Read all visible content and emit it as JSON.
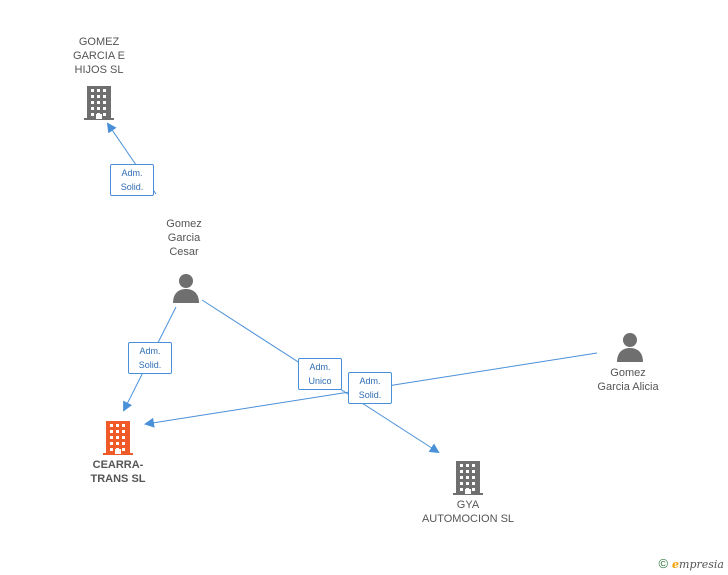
{
  "colors": {
    "edge": "#4a90d9",
    "building": "#6f6f6f",
    "building_main": "#f05a28",
    "person": "#6f6f6f"
  },
  "nodes": [
    {
      "id": "gomez-garcia-hijos",
      "kind": "company",
      "label": "GOMEZ\nGARCIA E\nHIJOS SL",
      "main": false
    },
    {
      "id": "gomez-garcia-cesar",
      "kind": "person",
      "label": "Gomez\nGarcia\nCesar",
      "main": false
    },
    {
      "id": "cearra-trans",
      "kind": "company",
      "label": "CEARRA-\nTRANS SL",
      "main": true
    },
    {
      "id": "gya-automocion",
      "kind": "company",
      "label": "GYA\nAUTOMOCION SL",
      "main": false
    },
    {
      "id": "gomez-garcia-alicia",
      "kind": "person",
      "label": "Gomez\nGarcia Alicia",
      "main": false
    }
  ],
  "edges": [
    {
      "from": "gomez-garcia-cesar",
      "to": "gomez-garcia-hijos",
      "label": "Adm.\nSolid."
    },
    {
      "from": "gomez-garcia-cesar",
      "to": "cearra-trans",
      "label": "Adm.\nSolid."
    },
    {
      "from": "gomez-garcia-cesar",
      "to": "gya-automocion",
      "label": "Adm.\nUnico"
    },
    {
      "from": "gomez-garcia-alicia",
      "to": "cearra-trans",
      "label": "Adm.\nSolid."
    }
  ],
  "watermark": {
    "symbol": "©",
    "brand_initial": "e",
    "brand_rest": "mpresia"
  }
}
